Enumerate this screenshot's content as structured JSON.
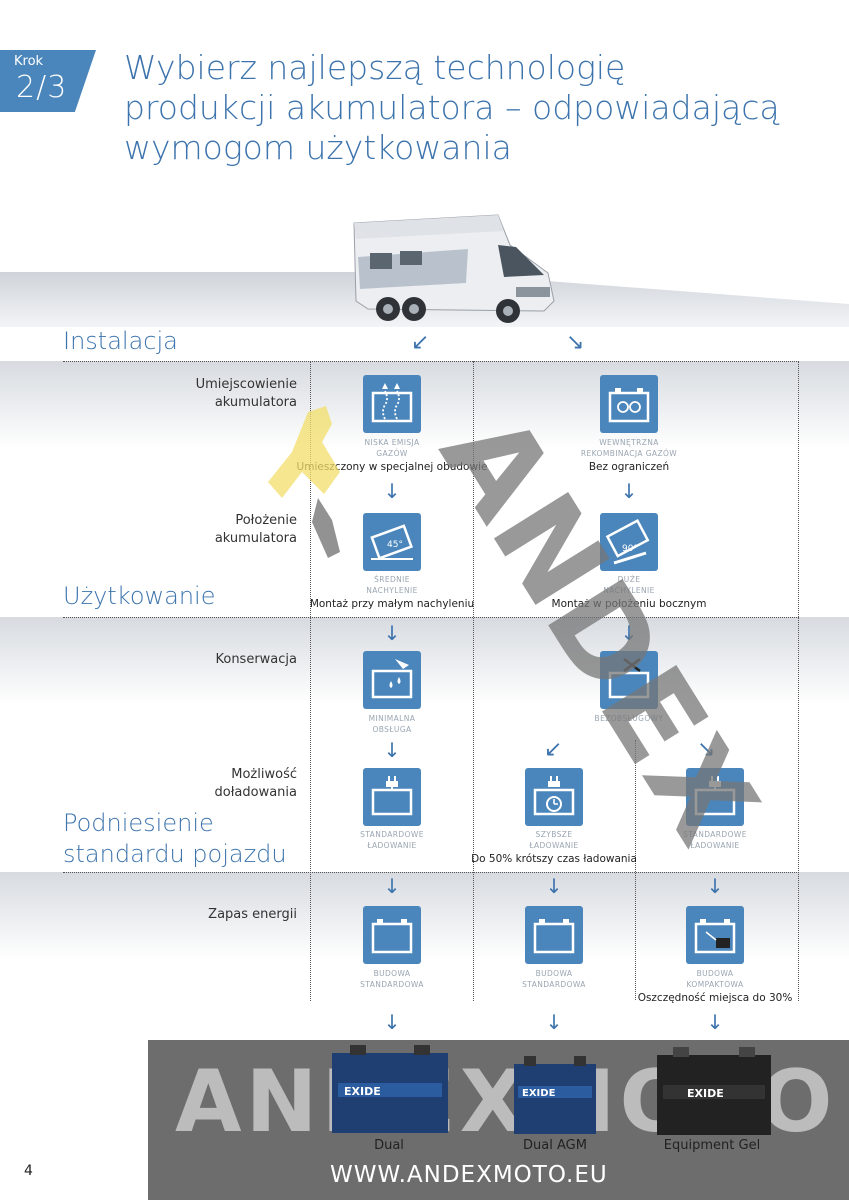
{
  "step": {
    "label": "Krok",
    "number": "2/3"
  },
  "title": {
    "line1": "Wybierz najlepszą technologię",
    "line2": "produkcji akumulatora – odpowiadającą",
    "line3": "wymogom użytkowania"
  },
  "sections": {
    "instalacja": "Instalacja",
    "uzytkowanie": "Użytkowanie",
    "podniesienie_1": "Podniesienie",
    "podniesienie_2": "standardu pojazdu"
  },
  "rows": {
    "umiejscowienie": {
      "l1": "Umiejscowienie",
      "l2": "akumulatora"
    },
    "polozenie": {
      "l1": "Położenie",
      "l2": "akumulatora"
    },
    "konserwacja": "Konserwacja",
    "mozliwosc": {
      "l1": "Możliwość",
      "l2": "doładowania"
    },
    "zapas": "Zapas energii"
  },
  "cells": {
    "niska": {
      "cap1": "NISKA EMISJA",
      "cap2": "GAZÓW",
      "desc": "Umieszczony w specjalnej obudowie"
    },
    "wewn": {
      "cap1": "WEWNĘTRZNA",
      "cap2": "REKOMBINACJA GAZÓW",
      "desc": "Bez ograniczeń"
    },
    "srednie": {
      "cap1": "ŚREDNIE",
      "cap2": "NACHYLENIE",
      "desc": "Montaż przy małym nachyleniu",
      "angle": "45°"
    },
    "duze": {
      "cap1": "DUŻE",
      "cap2": "NACHYLENIE",
      "desc": "Montaż w położeniu bocznym",
      "angle": "90°"
    },
    "minimalna": {
      "cap1": "MINIMALNA",
      "cap2": "OBSŁUGA"
    },
    "bezobslugowy": {
      "cap1": "BEZOBSŁUGOWY"
    },
    "std_lad_1": {
      "cap1": "STANDARDOWE",
      "cap2": "ŁADOWANIE"
    },
    "szybsze": {
      "cap1": "SZYBSZE",
      "cap2": "ŁADOWANIE",
      "desc": "Do 50% krótszy czas ładowania"
    },
    "std_lad_2": {
      "cap1": "STANDARDOWE",
      "cap2": "ŁADOWANIE"
    },
    "budowa_1": {
      "cap1": "BUDOWA",
      "cap2": "STANDARDOWA"
    },
    "budowa_2": {
      "cap1": "BUDOWA",
      "cap2": "STANDARDOWA"
    },
    "budowa_3": {
      "cap1": "BUDOWA",
      "cap2": "KOMPAKTOWA",
      "desc": "Oszczędność miejsca do 30%"
    }
  },
  "batteries": [
    {
      "name": "Dual",
      "brand": "EXIDE"
    },
    {
      "name": "Dual AGM",
      "brand": "EXIDE"
    },
    {
      "name": "Equipment Gel",
      "brand": "EXIDE"
    }
  ],
  "watermark": {
    "text": "ANDEXMOTO",
    "diagonal": "ANDEX",
    "url": "WWW.ANDEXMOTO.EU"
  },
  "page_number": "4",
  "colors": {
    "accent": "#3d74ad",
    "icon_bg": "#4a86bb",
    "footer_bg": "#6d6d6d"
  }
}
